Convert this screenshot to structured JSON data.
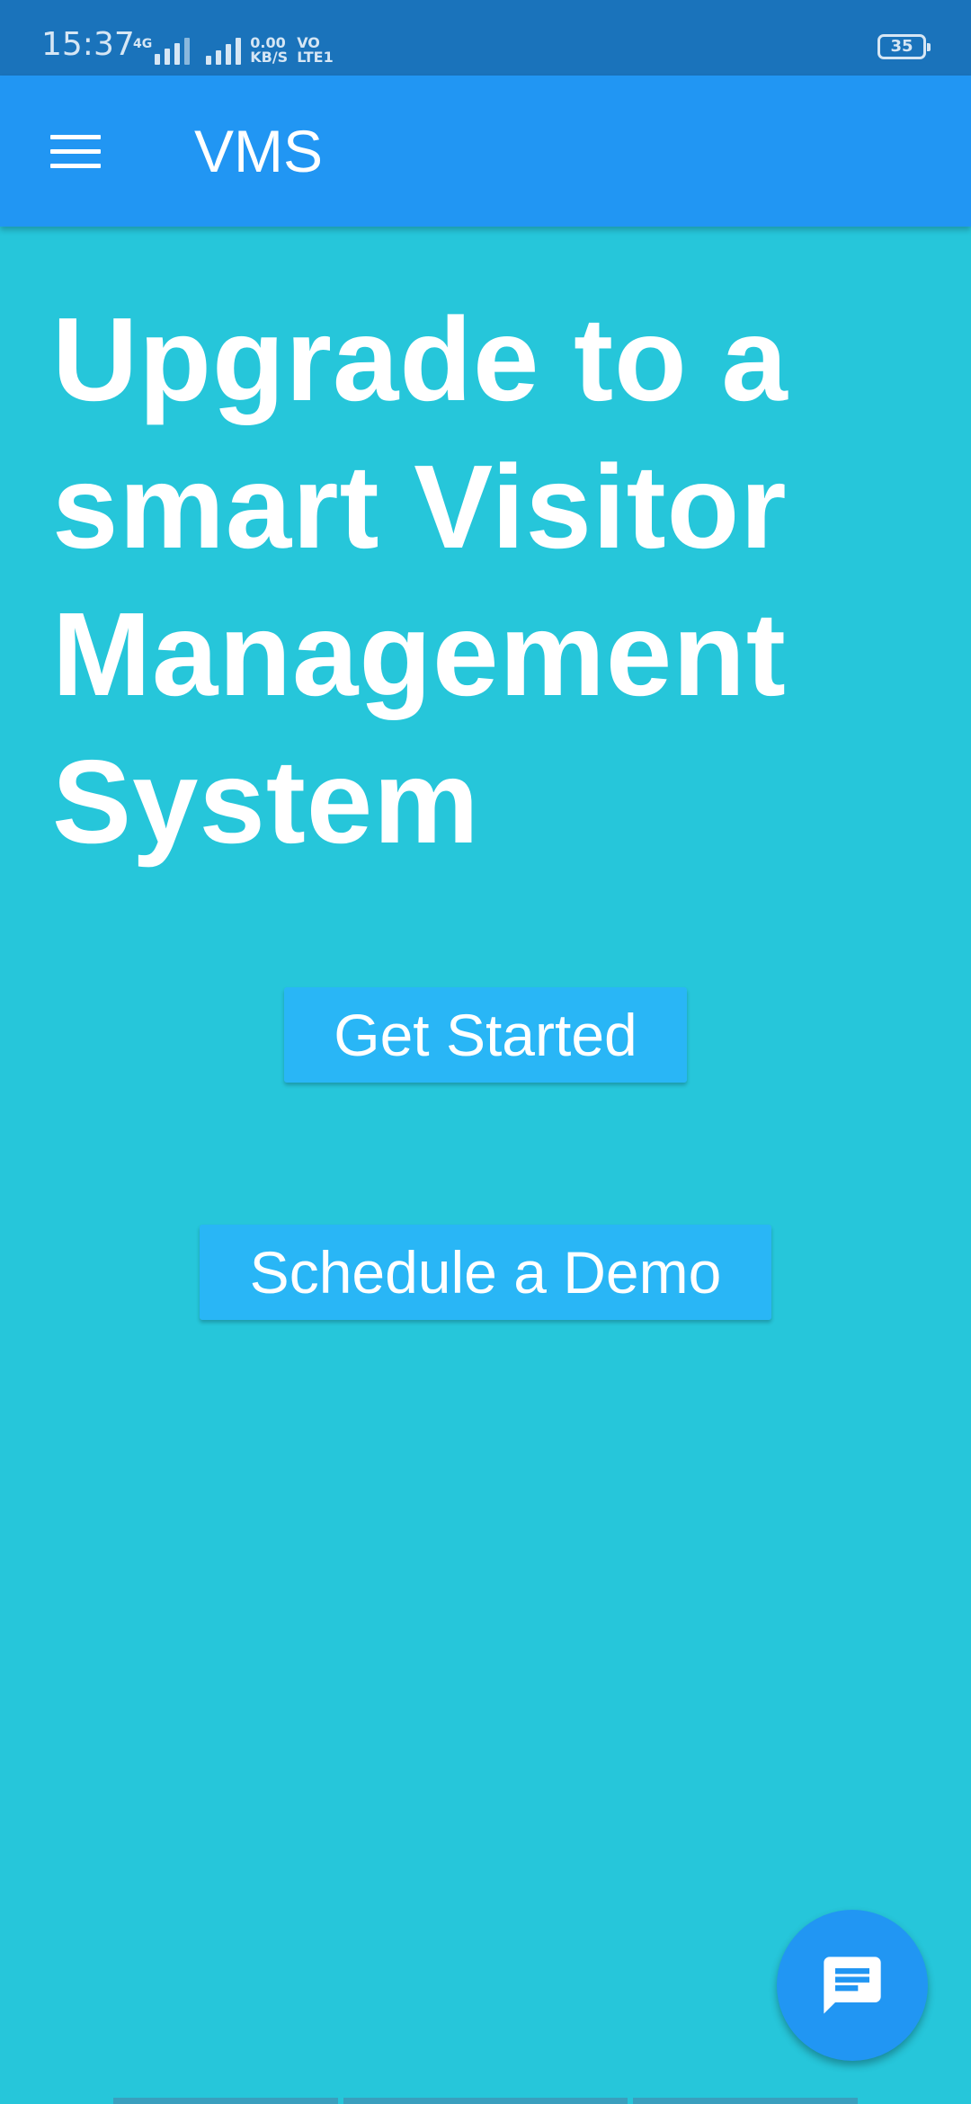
{
  "status_bar": {
    "time": "15:37",
    "network_type": "4G",
    "data_speed_value": "0.00",
    "data_speed_unit": "KB/S",
    "volte_top": "VO",
    "volte_bottom": "LTE1",
    "battery_level": "35"
  },
  "app_bar": {
    "title": "VMS",
    "menu_icon": "hamburger-menu-icon"
  },
  "hero": {
    "headline_lines": [
      "Upgrade to a",
      "smart Visitor",
      "Management",
      "System"
    ]
  },
  "buttons": {
    "get_started_label": "Get Started",
    "schedule_demo_label": "Schedule a Demo"
  },
  "fab": {
    "icon": "chat-message-icon"
  },
  "colors": {
    "status_bar_bg": "#1A73BB",
    "app_bar_bg": "#2196F3",
    "page_bg": "#26C6DA",
    "button_bg": "#29B6F6",
    "fab_bg": "#2196F3",
    "text": "#FFFFFF"
  }
}
